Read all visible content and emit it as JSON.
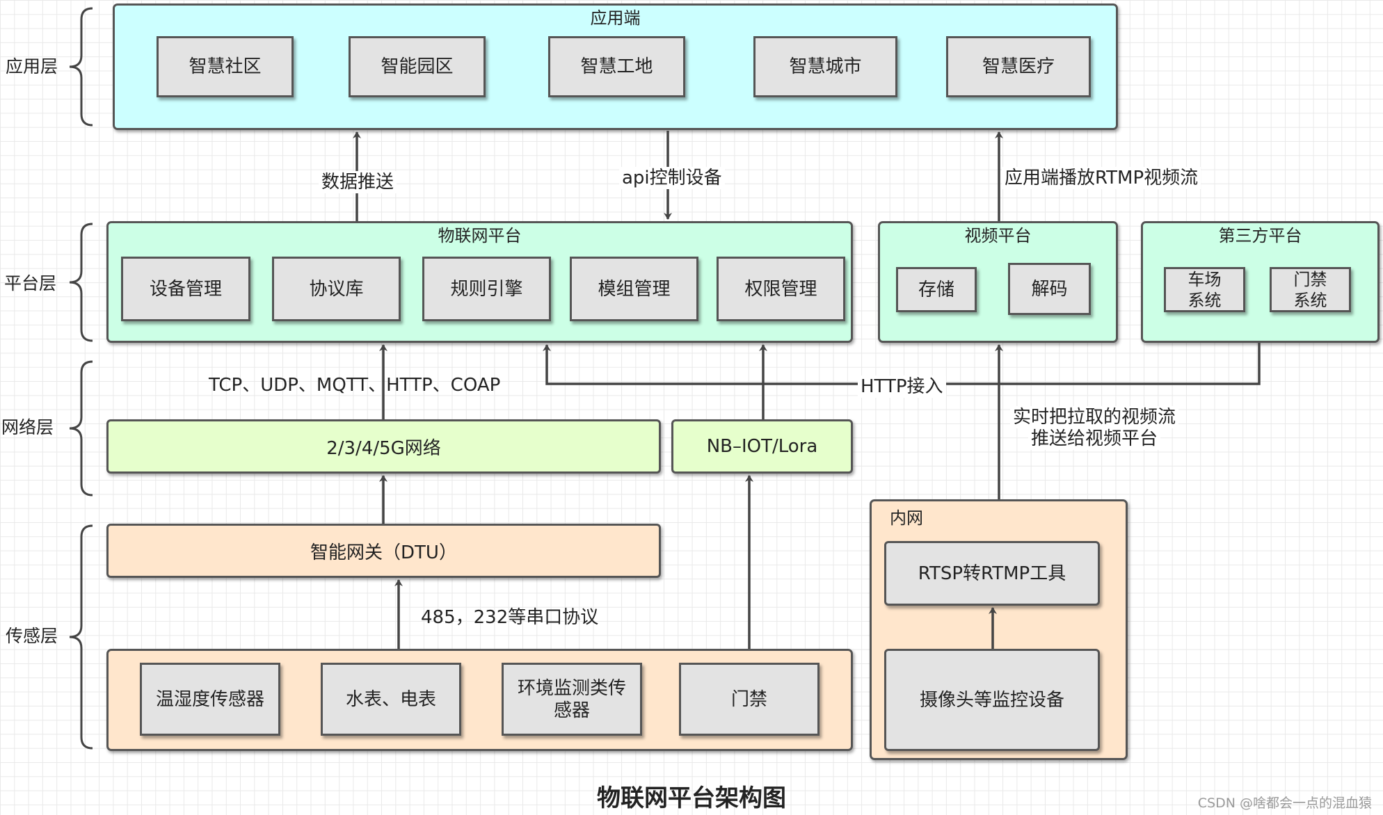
{
  "diagram_title": "物联网平台架构图",
  "watermark": "CSDN @啥都会一点的混血猿",
  "colors": {
    "application": "#ccffff",
    "platform": "#ccffe6",
    "network": "#e6ffcc",
    "sensing": "#ffe6cc",
    "module": "#e3e3e3",
    "border": "#555555"
  },
  "layers": {
    "application": "应用层",
    "platform": "平台层",
    "network": "网络层",
    "sensing": "传感层"
  },
  "app_end": {
    "title": "应用端",
    "items": [
      "智慧社区",
      "智能园区",
      "智慧工地",
      "智慧城市",
      "智慧医疗"
    ]
  },
  "iot_platform": {
    "title": "物联网平台",
    "items": [
      "设备管理",
      "协议库",
      "规则引擎",
      "模组管理",
      "权限管理"
    ]
  },
  "video_platform": {
    "title": "视频平台",
    "items": [
      "存储",
      "解码"
    ]
  },
  "third_party": {
    "title": "第三方平台",
    "items": [
      "车场\n系统",
      "门禁\n系统"
    ]
  },
  "network": {
    "cellular": "2/3/4/5G网络",
    "nbiot": "NB–IOT/Lora"
  },
  "gateway": "智能网关（DTU）",
  "sensors": [
    "温湿度传感器",
    "水表、电表",
    "环境监测类传\n感器",
    "门禁"
  ],
  "intranet": {
    "title": "内网",
    "tool": "RTSP转RTMP工具",
    "camera": "摄像头等监控设备"
  },
  "edge_labels": {
    "data_push": "数据推送",
    "api_control": "api控制设备",
    "rtmp_play": "应用端播放RTMP视频流",
    "protocols": "TCP、UDP、MQTT、HTTP、COAP",
    "http_access": "HTTP接入",
    "push_video_1": "实时把拉取的视频流",
    "push_video_2": "推送给视频平台",
    "serial": "485，232等串口协议"
  }
}
